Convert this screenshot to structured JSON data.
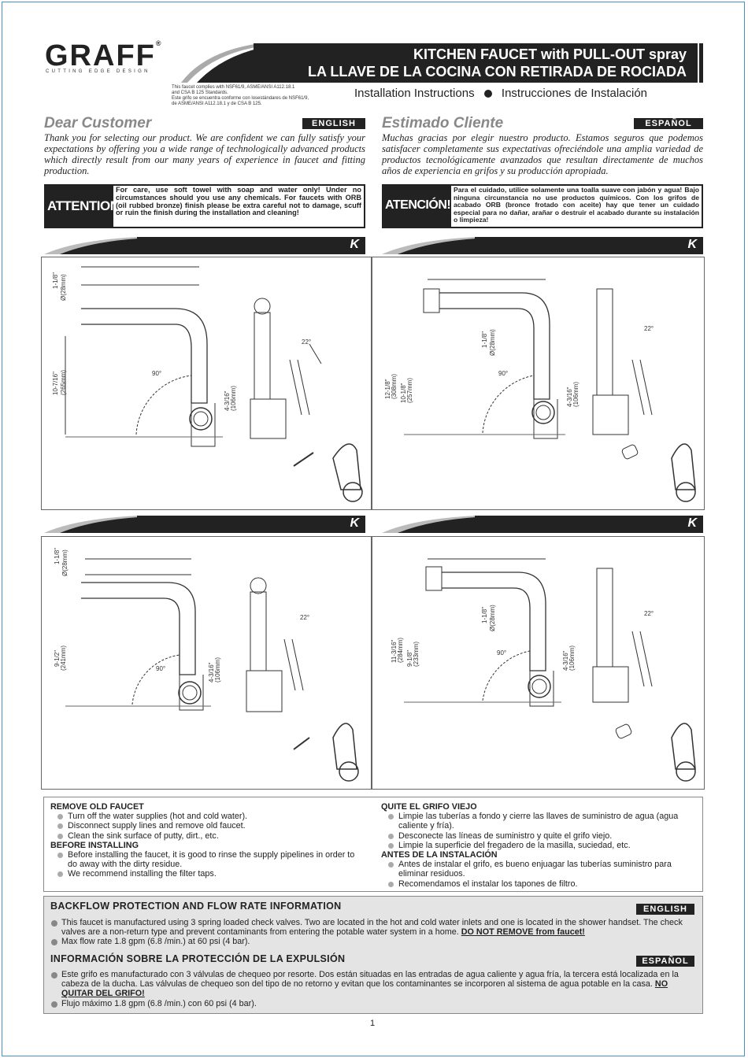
{
  "header": {
    "logo": "GRAFF",
    "logo_reg": "®",
    "tagline": "CUTTING EDGE DESIGN",
    "title_en": "KITCHEN FAUCET with PULL-OUT spray",
    "title_es": "LA LLAVE DE LA COCINA CON RETIRADA DE ROCIADA",
    "compliance": [
      "This faucet complies with NSF61/9, ASME/ANSI A112.18.1",
      "and CSA B 125 Standards.",
      "Este grifo se encuentra conforme con losestándares de NSF61/9,",
      "de ASME/ANSI A112.18.1 y de CSA B 125."
    ],
    "instructions_en": "Installation Instructions",
    "instructions_es": "Instrucciones de Instalación"
  },
  "english": {
    "greeting": "Dear Customer",
    "tag": "ENGLISH",
    "intro": "Thank you for selecting our product. We are confident we can fully satisfy your expectations by offering you a wide range of technologically advanced products which directly result from our many years of experience in faucet and fitting production.",
    "attention_label": "ATTENTION!",
    "attention_text": "For care, use soft towel with soap and water only! Under no circumstances should you use any chemicals. For faucets with ORB (oil rubbed bronze) finish please be extra careful not to damage, scuff or ruin the finish during the installation and cleaning!"
  },
  "spanish": {
    "greeting": "Estimado Cliente",
    "tag": "ESPAÑOL",
    "intro": "Muchas gracias por elegir nuestro producto. Estamos  seguros que podemos satisfacer completamente sus expectativas ofreciéndole una amplia variedad de productos tecnológicamente avanzados que resultan directamente de muchos años de experiencia en grifos y su producción apropiada.",
    "attention_label": "ATENCIÓN!",
    "attention_text": "Para el cuidado, utilice solamente una toalla suave con jabón y agua! Bajo ninguna circunstancia no use productos químicos. Con los grifos de acabado ORB (bronce frotado con aceite) hay que tener un cuidado especial para no dañar, arañar o destruir el acabado durante su instalación o limpieza!"
  },
  "diagrams": [
    {
      "tag": "K",
      "dims": {
        "dia": "1-1/8\"",
        "dia_mm": "Ø(28mm)",
        "height": "10-7/16\"",
        "height_mm": "(265mm)",
        "base": "4-3/16\"",
        "base_mm": "(106mm)",
        "angle1": "90°",
        "angle2": "22°"
      }
    },
    {
      "tag": "K",
      "dims": {
        "dia": "1-1/8\"",
        "dia_mm": "Ø(28mm)",
        "height": "12-1/8\"",
        "height_mm": "(308mm)",
        "height2": "10-1/8\"",
        "height2_mm": "(257mm)",
        "base": "4-3/16\"",
        "base_mm": "(106mm)",
        "angle1": "90°",
        "angle2": "22°"
      }
    },
    {
      "tag": "K",
      "dims": {
        "dia": "1-1/8\"",
        "dia_mm": "Ø(28mm)",
        "height": "9-1/2\"",
        "height_mm": "(241mm)",
        "base": "4-3/16\"",
        "base_mm": "(106mm)",
        "angle1": "90°",
        "angle2": "22°"
      }
    },
    {
      "tag": "K",
      "dims": {
        "dia": "1-1/8\"",
        "dia_mm": "Ø(28mm)",
        "height": "11-3/16\"",
        "height_mm": "(284mm)",
        "height2": "9-1/8\"",
        "height2_mm": "(233mm)",
        "base": "4-3/16\"",
        "base_mm": "(106mm)",
        "angle1": "90°",
        "angle2": "22°"
      }
    }
  ],
  "steps_en": {
    "remove_title": "REMOVE OLD FAUCET",
    "remove_items": [
      "Turn off the water supplies (hot and cold water).",
      "Disconnect supply lines and remove old faucet.",
      "Clean the sink surface of putty, dirt., etc."
    ],
    "before_title": "BEFORE INSTALLING",
    "before_items": [
      "Before installing the faucet, it is good to rinse the supply pipelines in order to do away with the dirty residue.",
      "We recommend installing the filter taps."
    ]
  },
  "steps_es": {
    "remove_title": "QUITE EL GRIFO VIEJO",
    "remove_items": [
      "Limpie las tuberías a fondo y cierre las llaves de suministro de agua (agua caliente y fría).",
      "Desconecte las líneas de suministro y quite el grifo viejo.",
      "Limpie la superficie del fregadero de la masilla, suciedad, etc."
    ],
    "before_title": "ANTES DE LA INSTALACIÓN",
    "before_items": [
      "Antes de instalar el grifo, es bueno enjuagar las tuberías suministro para eliminar residuos.",
      "Recomendamos el instalar los tapones de filtro."
    ]
  },
  "backflow": {
    "title_en": "BACKFLOW PROTECTION AND FLOW RATE INFORMATION",
    "tag_en": "ENGLISH",
    "item_en_1": "This faucet is manufactured using 3 spring loaded check valves. Two are located in the hot and cold water inlets and one is located in the shower handset. The check valves are a non-return type and prevent contaminants from entering the potable water system in a home.",
    "item_en_1_emph": "DO NOT REMOVE from faucet!",
    "item_en_2": "Max flow rate 1.8 gpm (6.8   /min.) at 60 psi (4    bar).",
    "title_es": "INFORMACIÓN SOBRE LA PROTECCIÓN DE LA EXPULSIÓN",
    "tag_es": "ESPAÑOL",
    "item_es_1": "Este grifo es manufacturado con 3 válvulas de chequeo por resorte. Dos están situadas en las entradas de agua caliente y agua fría, la tercera está localizada en la cabeza de la ducha. Las válvulas de chequeo son del tipo de no retorno y evitan que los contaminantes se  incorporen al sistema de agua potable en la casa.",
    "item_es_1_emph": "NO QUITAR DEL GRIFO!",
    "item_es_2": "Flujo máximo 1.8 gpm (6.8   /min.) con 60 psi (4    bar)."
  },
  "page_number": "1"
}
